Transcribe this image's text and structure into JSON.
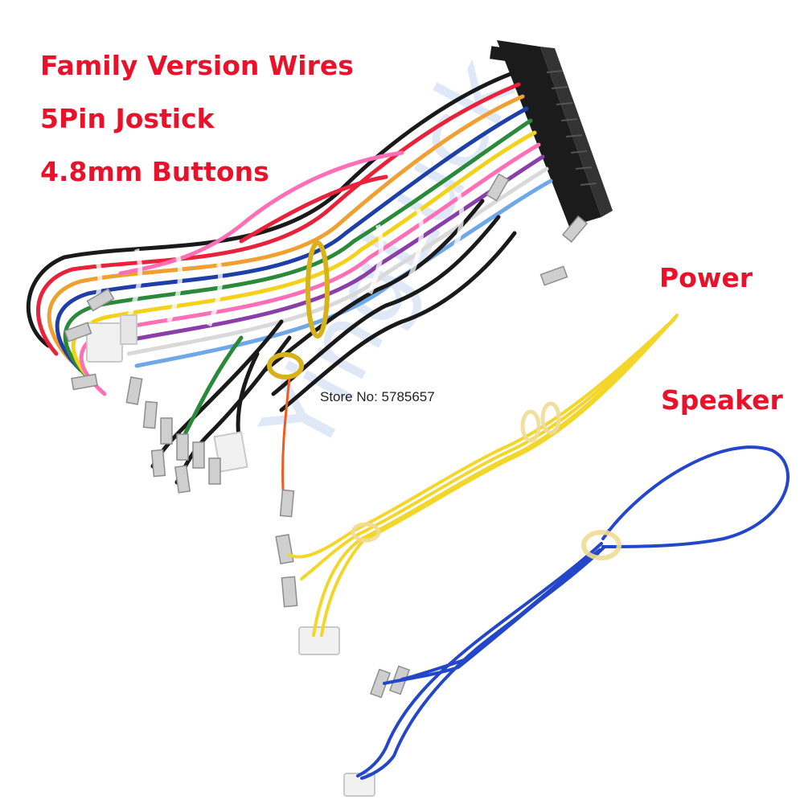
{
  "labels": {
    "line1": "Family Version Wires",
    "line2": "5Pin Jostick",
    "line3": "4.8mm Buttons",
    "power": "Power",
    "speaker": "Speaker",
    "store": "Store No: 5785657"
  },
  "watermark": "YingLuck",
  "colors": {
    "label_red": "#e8132b",
    "main_harness": [
      "#e8223a",
      "#f0a030",
      "#f4d21c",
      "#2a8a3a",
      "#1f3fa8",
      "#8a3fa8",
      "#ff6fb6",
      "#1a1a1a",
      "#d9d9d9",
      "#6fa8e6"
    ],
    "power_wire": "#f2d62a",
    "speaker_wire": "#2347c8",
    "connector_black": "#1b1b1b",
    "connector_white": "#f1f1f1",
    "terminal_metal": "#c8c8c8"
  }
}
